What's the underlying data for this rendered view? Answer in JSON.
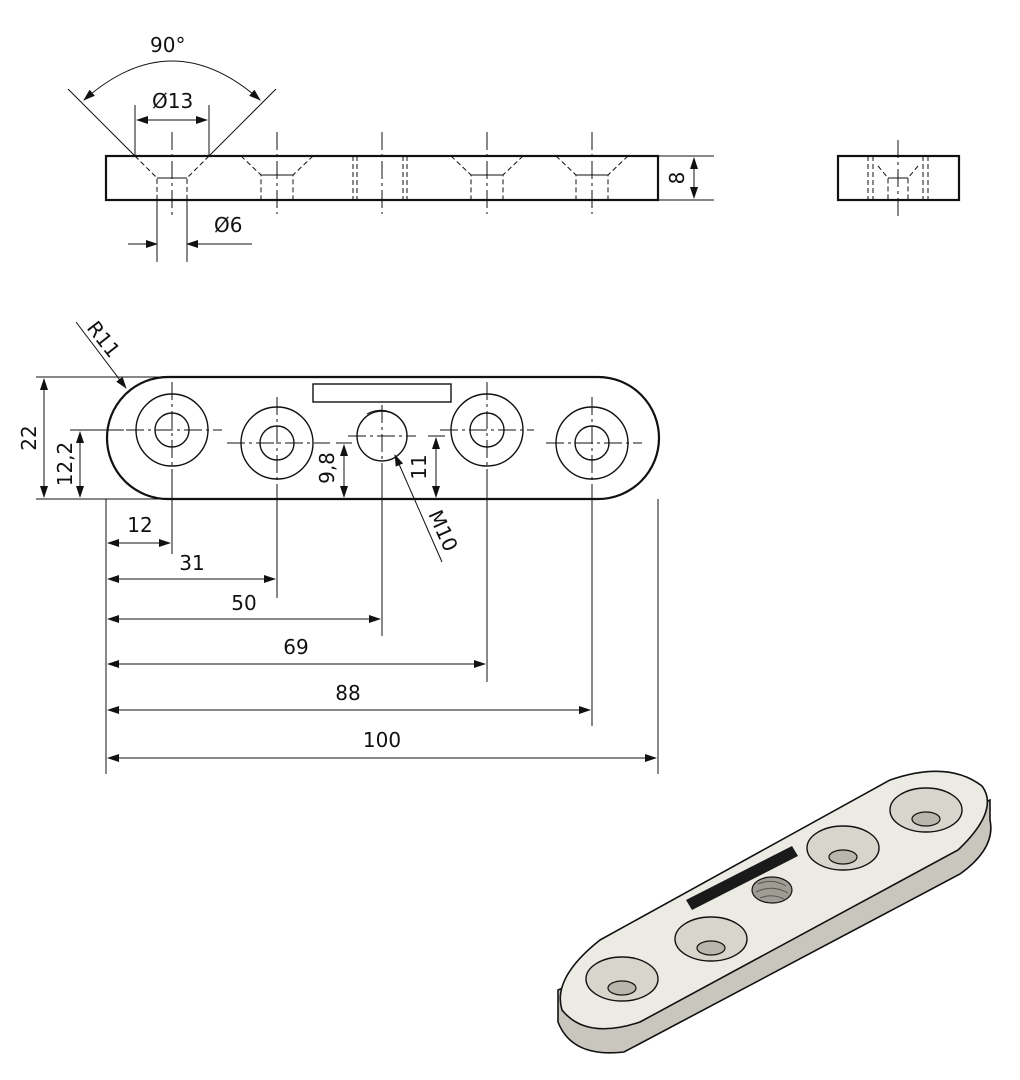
{
  "dimensions": {
    "angle": "90°",
    "dia13": "Ø13",
    "dia6": "Ø6",
    "thickness": "8",
    "radius": "R11",
    "height": "22",
    "center_height": "12,2",
    "slot_offset": "9,8",
    "thread_offset": "11",
    "thread": "M10",
    "pos1": "12",
    "pos2": "31",
    "pos3": "50",
    "pos4": "69",
    "pos5": "88",
    "length": "100"
  },
  "colors": {
    "line": "#111111",
    "iso_face": "#ecebe3",
    "iso_side": "#c9c7bd",
    "slot": "#1a1a1a"
  }
}
